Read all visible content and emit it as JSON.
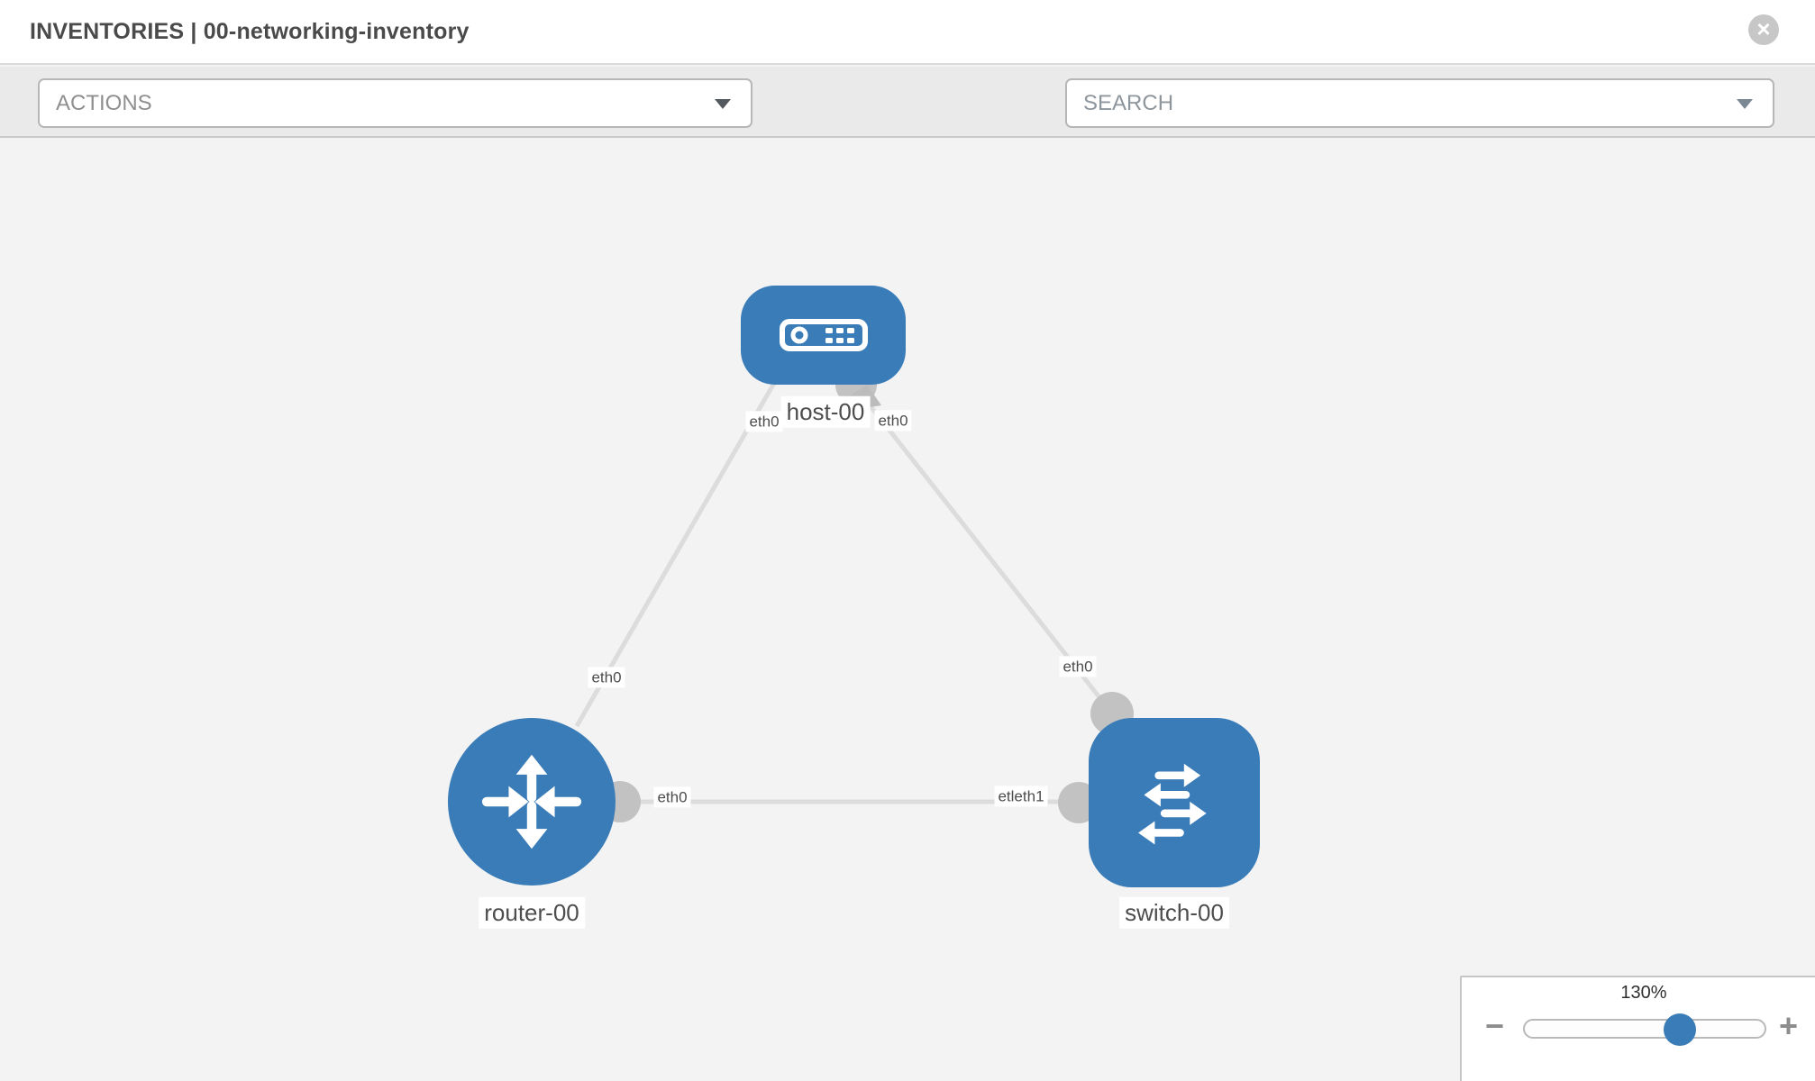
{
  "header": {
    "title": "INVENTORIES | 00-networking-inventory",
    "close_glyph": "×"
  },
  "toolbar": {
    "actions_label": "ACTIONS",
    "search_label": "SEARCH"
  },
  "graph": {
    "nodes": {
      "host": {
        "label": "host-00",
        "type": "host"
      },
      "router": {
        "label": "router-00",
        "type": "router"
      },
      "switch": {
        "label": "switch-00",
        "type": "switch"
      }
    },
    "interfaces": {
      "host_left": "eth0",
      "host_right": "eth0",
      "router_top": "eth0",
      "router_right": "eth0",
      "switch_top": "eth0",
      "switch_left": "etleth1"
    },
    "links": [
      {
        "from": "host-00",
        "to": "router-00",
        "from_if": "eth0",
        "to_if": "eth0"
      },
      {
        "from": "host-00",
        "to": "switch-00",
        "from_if": "eth0",
        "to_if": "eth0"
      },
      {
        "from": "router-00",
        "to": "switch-00",
        "from_if": "eth0",
        "to_if": "etleth1"
      }
    ]
  },
  "zoom": {
    "level": "130%",
    "value_percent": 130,
    "minus": "−",
    "plus": "+"
  },
  "colors": {
    "node_blue": "#3a7cb8",
    "edge_gray": "#dcdcdc",
    "interface_gray": "#c2c2c2",
    "canvas_bg": "#f3f3f3"
  }
}
